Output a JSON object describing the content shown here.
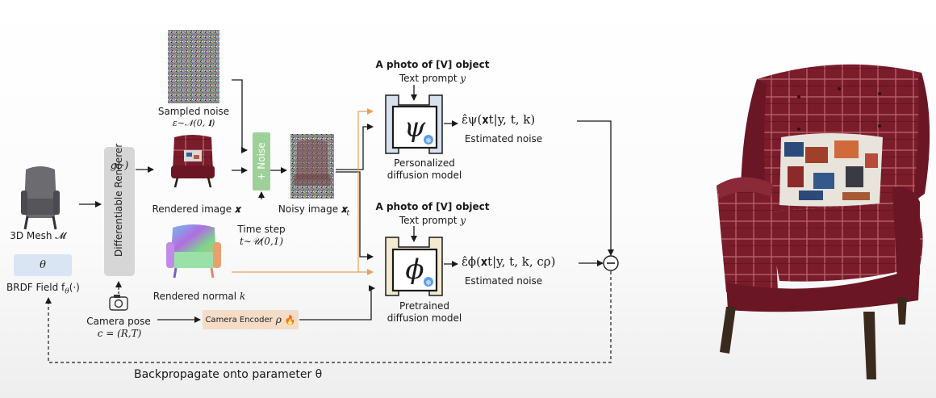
{
  "inputs": {
    "mesh_label": "3D Mesh 𝓜",
    "theta_symbol": "θ",
    "brdf_label": "BRDF Field f",
    "brdf_sub": "θ",
    "brdf_suffix": "(·)",
    "camera_pose_label": "Camera pose",
    "camera_pose_eq": "c = (R,T)"
  },
  "renderer": {
    "label": "Differentiable Renderer",
    "function": "g(·)"
  },
  "noise": {
    "sampled_label": "Sampled noise",
    "sampled_eq": "ε∼𝒩(0, 𝐈)",
    "add_label": "+ Noise",
    "time_step_label": "Time step",
    "time_step_eq": "t∼𝒰(0,1)",
    "noisy_label": "Noisy image",
    "noisy_sym": "𝐱",
    "noisy_sub": "t"
  },
  "renders": {
    "image_label": "Rendered image",
    "image_sym": "𝐱",
    "normal_label": "Rendered normal",
    "normal_sym": "k"
  },
  "personalized": {
    "prompt_title": "A photo of [V] object",
    "prompt_label": "Text prompt",
    "prompt_sym": "y",
    "symbol": "ψ",
    "model_line1": "Personalized",
    "model_line2": "diffusion model",
    "output_eq": "ε̂ψ(𝐱t|y, t, k)",
    "output_label": "Estimated noise"
  },
  "pretrained": {
    "prompt_title": "A photo of [V] object",
    "prompt_label": "Text prompt",
    "prompt_sym": "y",
    "symbol": "ϕ",
    "model_line1": "Pretrained",
    "model_line2": "diffusion model",
    "output_eq": "ε̂ϕ(𝐱t|y, t, k, cρ)",
    "output_label": "Estimated noise"
  },
  "camera_encoder": {
    "label": "Camera Encoder",
    "sym": "ρ",
    "fire": "🔥"
  },
  "minus_symbol": "−",
  "backprop_label": "Backpropagate onto parameter θ",
  "colors": {
    "orange_arrow": "#e8a25a",
    "unet_blue": "#d6e0ee",
    "unet_yellow": "#f4ead0",
    "camera_encoder_bg": "#f4dcc7",
    "theta_box": "#d9e5f3",
    "noise_box": "#9ed19a",
    "chair_red": "#7a1c2a"
  },
  "icons": {
    "camera": "camera-icon",
    "fire": "fire-icon",
    "snowflake": "snowflake-icon",
    "minus": "minus-circle-icon"
  }
}
